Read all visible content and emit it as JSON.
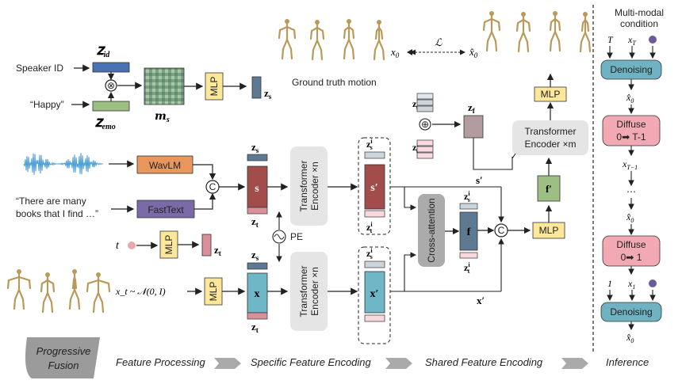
{
  "inputs": {
    "speaker_id": "Speaker ID",
    "emotion": "“Happy”",
    "text_line1": "“There are many",
    "text_line2": "books that I find …”",
    "t_var": "t",
    "xt_noise": "x_t ~ 𝒩(0, I)"
  },
  "symbols": {
    "z_id": "Z_id",
    "z_emo": "Z_emo",
    "m_s": "m_s",
    "z_s": "z_s",
    "z_t": "z_t",
    "z_f": "z_f",
    "s": "s",
    "s_prime": "s′",
    "x": "x",
    "x_prime": "x′",
    "f": "f",
    "f_prime": "f′",
    "x0": "x_0",
    "x0_hat": "x̂_0",
    "loss": "ℒ",
    "otimes": "⊗",
    "oplus": "⊕",
    "concat": "C",
    "pe": "PE"
  },
  "blocks": {
    "mlp": "MLP",
    "wavlm": "WavLM",
    "fasttext": "FastText",
    "transformer_n_line1": "Transformer",
    "transformer_n_line2": "Encoder ×n",
    "transformer_m_line1": "Transformer",
    "transformer_m_line2": "Encoder ×m",
    "cross_attention": "Cross-attention"
  },
  "captions": {
    "ground_truth": "Ground truth motion"
  },
  "inference": {
    "title_line1": "Multi-modal",
    "title_line2": "condition",
    "T": "T",
    "xT": "x_T",
    "denoising": "Denoising",
    "x0_hat": "x̂_0",
    "diffuse": "Diffuse",
    "step_top": "0➡ T-1",
    "xT_minus_1": "x_{T−1}",
    "ellipsis": "⋯",
    "step_bottom": "0➡ 1",
    "one": "1",
    "x1": "x_1",
    "x0_final": "x̂_0"
  },
  "stages": {
    "progressive_line1": "Progressive",
    "progressive_line2": "Fusion",
    "feature_processing": "Feature Processing",
    "specific_encoding": "Specific Feature Encoding",
    "shared_encoding": "Shared Feature Encoding",
    "inference": "Inference"
  },
  "colors": {
    "blue_box": "#4a72b2",
    "green_box": "#9dbf83",
    "mlp_yellow": "#fde79a",
    "orange_box": "#e8965c",
    "purple_box": "#7a6aa8",
    "red_box": "#a24c4c",
    "teal_box": "#6fb7c7",
    "slate_box": "#5e7a92",
    "pink_box": "#d9909a",
    "pink_light": "#f8d9de",
    "gray_block": "#e5e5e5",
    "diffuse_pink": "#f3a9b3",
    "denoise_teal": "#6fb3c2",
    "zf_box": "#b39ca0",
    "purple_dot": "#6d5a9c",
    "pink_dot": "#e9a7b0"
  }
}
